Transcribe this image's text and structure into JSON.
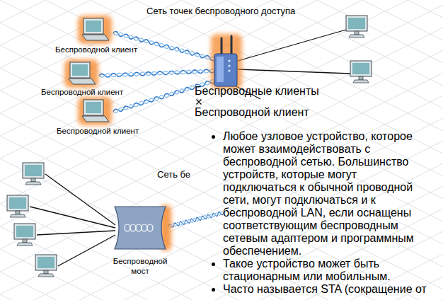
{
  "diagram": {
    "title": "Сеть точек беспроводного доступа",
    "nodes": [
      {
        "text": [
          "Беспроводной клиент"
        ]
      },
      {
        "text": [
          "Беспроводной клиент"
        ]
      },
      {
        "text": [
          "Беспроводной клиент"
        ]
      },
      {
        "text": [
          "Беспроводной мост"
        ]
      },
      {
        "text": [
          "Беспроводные клиенты",
          "Беспроводной клиент",
          "Любое узловое устройство, которое может взаимодействовать с беспроводной сетью. Большинство устройств, которые могут подключаться к обычной проводной сети, могут подключаться и к беспроводной LAN, если оснащены соответствующим беспроводным сетевым адаптером и программным обеспечением.",
          "Такое устройство может быть стационарным или мобильным.",
          "Часто называется STA (сокращение от"
        ]
      }
    ],
    "labels": [
      "Сеть бе"
    ]
  }
}
